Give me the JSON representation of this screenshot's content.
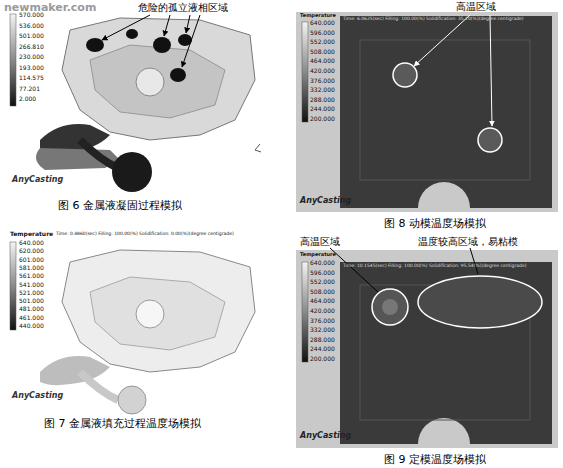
{
  "diagram": {
    "labels": [
      "newmaker.com",
      "危险的孤立液相区域",
      "570.000",
      "536.000",
      "501.000",
      "266.810",
      "230.000",
      "193.000",
      "114.575",
      "77.201",
      "2.000",
      "AnyCasting",
      "图 6   金属液凝固过程模拟",
      "Temperature",
      "Time: 0.4860(sec) Filling: 100.00(%) Solidification: 0.00(%)(degree centigrade)",
      "640.000",
      "620.000",
      "601.000",
      "581.000",
      "561.000",
      "541.000",
      "521.000",
      "501.000",
      "481.000",
      "461.000",
      "440.000",
      "AnyCasting",
      "图 7   金属液填充过程温度场模拟",
      "Temperature",
      "Time: 6.0625(sec) Filling: 100.00(%) Solidification: 35.10(%)(degree centigrade)",
      "640.000",
      "596.000",
      "552.000",
      "508.000",
      "464.000",
      "420.000",
      "376.000",
      "332.000",
      "288.000",
      "244.000",
      "200.000",
      "高温区域",
      "AnyCasting",
      "图 8   动模温度场模拟",
      "高温区域",
      "温度较高区域，易粘模",
      "Temperature",
      "Time: 10.1545(sec) Filling: 100.00(%) Solidification: 95.54(%)(degree centigrade)",
      "640.000",
      "596.000",
      "552.000",
      "508.000",
      "464.000",
      "420.000",
      "376.000",
      "332.000",
      "288.000",
      "244.000",
      "200.000",
      "AnyCasting",
      "图 9   定模温度场模拟"
    ]
  }
}
